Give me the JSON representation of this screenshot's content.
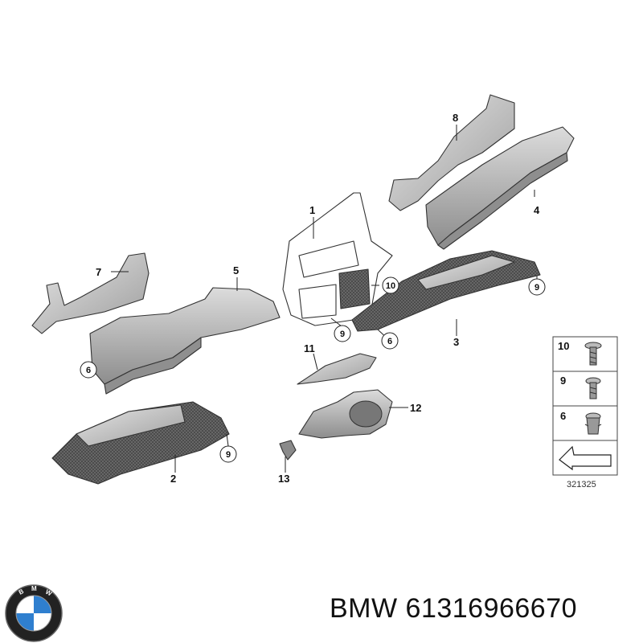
{
  "diagram": {
    "callouts": {
      "part_1": "1",
      "part_2": "2",
      "part_3": "3",
      "part_4": "4",
      "part_5": "5",
      "part_7": "7",
      "part_8": "8",
      "part_11": "11",
      "part_12": "12",
      "part_13": "13"
    },
    "circled": {
      "c10_a": "10",
      "c9_a": "9",
      "c9_b": "9",
      "c9_c": "9",
      "c6_a": "6",
      "c6_b": "6"
    },
    "legend": {
      "items": [
        "10",
        "9",
        "6"
      ]
    },
    "reference_number": "321325"
  },
  "footer": {
    "part_label": "BMW 61316966670"
  },
  "colors": {
    "part_fill": "#c9c9c9",
    "part_shadow": "#9a9a9a",
    "logo_blue": "#2f7fcf"
  }
}
